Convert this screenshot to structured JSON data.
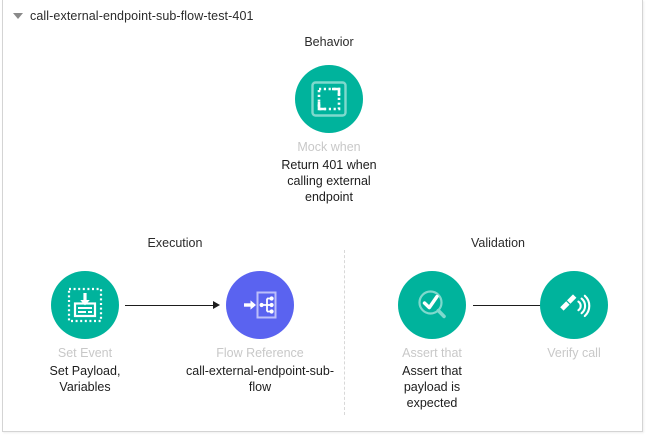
{
  "panel": {
    "accent_color": "#2dbe60",
    "border_color": "#d4d4d4",
    "title": "call-external-endpoint-sub-flow-test-401",
    "disclosure_icon": "triangle-down-icon"
  },
  "colors": {
    "teal": "#00b39c",
    "purple": "#5a63f0",
    "type_label": "#c8c8c8",
    "name_label": "#1d1d1d",
    "divider": "#d8d8d8"
  },
  "sections": [
    {
      "key": "behavior",
      "label": "Behavior"
    },
    {
      "key": "execution",
      "label": "Execution"
    },
    {
      "key": "validation",
      "label": "Validation"
    }
  ],
  "nodes": {
    "mock_when": {
      "type": "Mock when",
      "name": "Return 401 when calling external endpoint",
      "icon": "dashed-square-icon",
      "circle_color": "#00b39c"
    },
    "set_event": {
      "type": "Set Event",
      "name": "Set Payload, Variables",
      "icon": "set-event-icon",
      "circle_color": "#00b39c"
    },
    "flow_reference": {
      "type": "Flow Reference",
      "name": "call-external-endpoint-sub-flow",
      "icon": "flow-reference-icon",
      "circle_color": "#5a63f0"
    },
    "assert_that": {
      "type": "Assert that",
      "name": "Assert that payload is expected",
      "icon": "magnifier-check-icon",
      "circle_color": "#00b39c"
    },
    "verify_call": {
      "type": "Verify call",
      "name": "",
      "icon": "phone-signal-icon",
      "circle_color": "#00b39c"
    }
  }
}
